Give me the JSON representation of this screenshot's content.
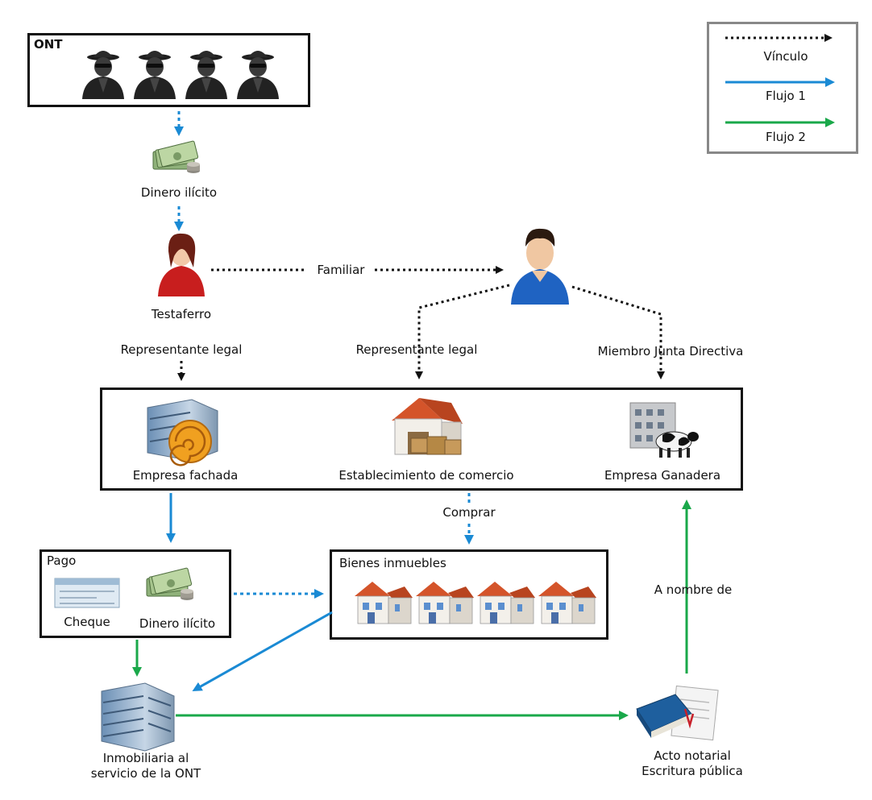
{
  "legend": {
    "link_label": "Vínculo",
    "flow1_label": "Flujo 1",
    "flow2_label": "Flujo 2"
  },
  "colors": {
    "link": "#111111",
    "flow1": "#1a8ad4",
    "flow2": "#1aa84a"
  },
  "ont": {
    "title": "ONT",
    "figure_count": 4
  },
  "money_top": {
    "label": "Dinero ilícito"
  },
  "testaferro": {
    "label": "Testaferro"
  },
  "familiar": {
    "label": "Familiar"
  },
  "relations": {
    "legal_rep_left": "Representante legal",
    "legal_rep_center": "Representante legal",
    "board_member": "Miembro Junta Directiva"
  },
  "companies": {
    "shell": "Empresa fachada",
    "store": "Establecimiento de comercio",
    "cattle": "Empresa Ganadera"
  },
  "buy": {
    "label": "Comprar"
  },
  "payment": {
    "title": "Pago",
    "cheque": "Cheque",
    "cash": "Dinero ilícito"
  },
  "real_estate": {
    "title": "Bienes inmuebles",
    "house_count": 4
  },
  "in_name_of": {
    "label": "A nombre de"
  },
  "realty_agency": {
    "line1": "Inmobiliaria al",
    "line2": "servicio de la ONT"
  },
  "notary": {
    "line1": "Acto notarial",
    "line2": "Escritura pública"
  }
}
